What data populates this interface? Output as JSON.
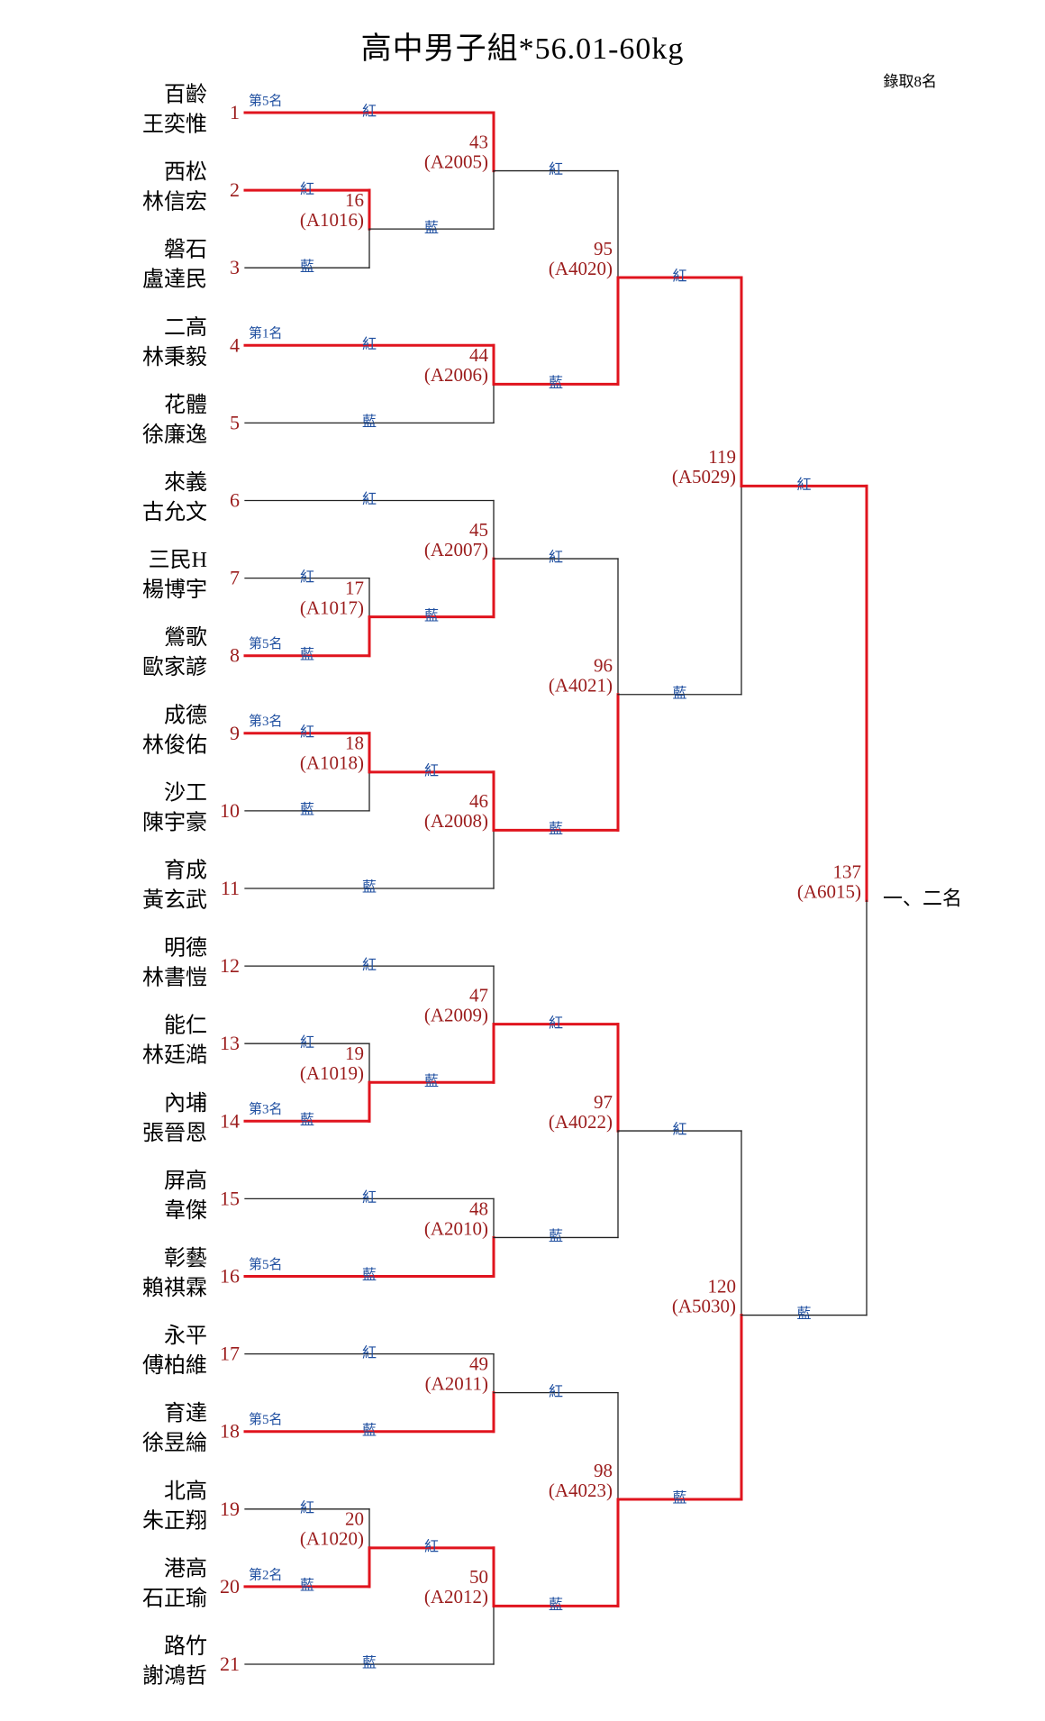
{
  "title": "高中男子組*56.01-60kg",
  "quota": "錄取8名",
  "red_label": "紅",
  "blue_label": "藍",
  "final_label": "一、二名",
  "colors": {
    "win": "#e0141e",
    "line": "#222222",
    "seed": "#9b1c1c",
    "corner": "#1f4fa0"
  },
  "athletes": [
    {
      "seed": "1",
      "school": "百齡",
      "name": "王奕惟",
      "rank": "第5名"
    },
    {
      "seed": "2",
      "school": "西松",
      "name": "林信宏",
      "rank": ""
    },
    {
      "seed": "3",
      "school": "磐石",
      "name": "盧達民",
      "rank": ""
    },
    {
      "seed": "4",
      "school": "二高",
      "name": "林秉毅",
      "rank": "第1名"
    },
    {
      "seed": "5",
      "school": "花體",
      "name": "徐廉逸",
      "rank": ""
    },
    {
      "seed": "6",
      "school": "來義",
      "name": "古允文",
      "rank": ""
    },
    {
      "seed": "7",
      "school": "三民H",
      "name": "楊博宇",
      "rank": ""
    },
    {
      "seed": "8",
      "school": "鶯歌",
      "name": "歐家諺",
      "rank": "第5名"
    },
    {
      "seed": "9",
      "school": "成德",
      "name": "林俊佑",
      "rank": "第3名"
    },
    {
      "seed": "10",
      "school": "沙工",
      "name": "陳宇豪",
      "rank": ""
    },
    {
      "seed": "11",
      "school": "育成",
      "name": "黃玄武",
      "rank": ""
    },
    {
      "seed": "12",
      "school": "明德",
      "name": "林書愷",
      "rank": ""
    },
    {
      "seed": "13",
      "school": "能仁",
      "name": "林廷澔",
      "rank": ""
    },
    {
      "seed": "14",
      "school": "內埔",
      "name": "張晉恩",
      "rank": "第3名"
    },
    {
      "seed": "15",
      "school": "屏高",
      "name": "韋傑",
      "rank": ""
    },
    {
      "seed": "16",
      "school": "彰藝",
      "name": "賴祺霖",
      "rank": "第5名"
    },
    {
      "seed": "17",
      "school": "永平",
      "name": "傅柏維",
      "rank": ""
    },
    {
      "seed": "18",
      "school": "育達",
      "name": "徐昱綸",
      "rank": "第5名"
    },
    {
      "seed": "19",
      "school": "北高",
      "name": "朱正翔",
      "rank": ""
    },
    {
      "seed": "20",
      "school": "港高",
      "name": "石正瑜",
      "rank": "第2名"
    },
    {
      "seed": "21",
      "school": "路竹",
      "name": "謝鴻哲",
      "rank": ""
    }
  ],
  "matches": [
    {
      "id": "16",
      "code": "(A1016)",
      "round": 1,
      "top": {
        "from": "a",
        "idx": 1
      },
      "bottom": {
        "from": "a",
        "idx": 2
      },
      "winner": "top"
    },
    {
      "id": "17",
      "code": "(A1017)",
      "round": 1,
      "top": {
        "from": "a",
        "idx": 6
      },
      "bottom": {
        "from": "a",
        "idx": 7
      },
      "winner": "bottom"
    },
    {
      "id": "18",
      "code": "(A1018)",
      "round": 1,
      "top": {
        "from": "a",
        "idx": 8
      },
      "bottom": {
        "from": "a",
        "idx": 9
      },
      "winner": "top"
    },
    {
      "id": "19",
      "code": "(A1019)",
      "round": 1,
      "top": {
        "from": "a",
        "idx": 12
      },
      "bottom": {
        "from": "a",
        "idx": 13
      },
      "winner": "bottom"
    },
    {
      "id": "20",
      "code": "(A1020)",
      "round": 1,
      "top": {
        "from": "a",
        "idx": 18
      },
      "bottom": {
        "from": "a",
        "idx": 19
      },
      "winner": "bottom"
    },
    {
      "id": "43",
      "code": "(A2005)",
      "round": 2,
      "top": {
        "from": "a",
        "idx": 0
      },
      "bottom": {
        "from": "m",
        "idx": 0
      },
      "winner": "top"
    },
    {
      "id": "44",
      "code": "(A2006)",
      "round": 2,
      "top": {
        "from": "a",
        "idx": 3
      },
      "bottom": {
        "from": "a",
        "idx": 4
      },
      "winner": "top"
    },
    {
      "id": "45",
      "code": "(A2007)",
      "round": 2,
      "top": {
        "from": "a",
        "idx": 5
      },
      "bottom": {
        "from": "m",
        "idx": 1
      },
      "winner": "bottom"
    },
    {
      "id": "46",
      "code": "(A2008)",
      "round": 2,
      "top": {
        "from": "m",
        "idx": 2
      },
      "bottom": {
        "from": "a",
        "idx": 10
      },
      "winner": "top"
    },
    {
      "id": "47",
      "code": "(A2009)",
      "round": 2,
      "top": {
        "from": "a",
        "idx": 11
      },
      "bottom": {
        "from": "m",
        "idx": 3
      },
      "winner": "bottom"
    },
    {
      "id": "48",
      "code": "(A2010)",
      "round": 2,
      "top": {
        "from": "a",
        "idx": 14
      },
      "bottom": {
        "from": "a",
        "idx": 15
      },
      "winner": "bottom"
    },
    {
      "id": "49",
      "code": "(A2011)",
      "round": 2,
      "top": {
        "from": "a",
        "idx": 16
      },
      "bottom": {
        "from": "a",
        "idx": 17
      },
      "winner": "bottom"
    },
    {
      "id": "50",
      "code": "(A2012)",
      "round": 2,
      "top": {
        "from": "m",
        "idx": 4
      },
      "bottom": {
        "from": "a",
        "idx": 20
      },
      "winner": "top"
    },
    {
      "id": "95",
      "code": "(A4020)",
      "round": 3,
      "top": {
        "from": "m",
        "idx": 5
      },
      "bottom": {
        "from": "m",
        "idx": 6
      },
      "winner": "bottom"
    },
    {
      "id": "96",
      "code": "(A4021)",
      "round": 3,
      "top": {
        "from": "m",
        "idx": 7
      },
      "bottom": {
        "from": "m",
        "idx": 8
      },
      "winner": "bottom"
    },
    {
      "id": "97",
      "code": "(A4022)",
      "round": 3,
      "top": {
        "from": "m",
        "idx": 9
      },
      "bottom": {
        "from": "m",
        "idx": 10
      },
      "winner": "top"
    },
    {
      "id": "98",
      "code": "(A4023)",
      "round": 3,
      "top": {
        "from": "m",
        "idx": 11
      },
      "bottom": {
        "from": "m",
        "idx": 12
      },
      "winner": "bottom"
    },
    {
      "id": "119",
      "code": "(A5029)",
      "round": 4,
      "top": {
        "from": "m",
        "idx": 13
      },
      "bottom": {
        "from": "m",
        "idx": 14
      },
      "winner": "top"
    },
    {
      "id": "120",
      "code": "(A5030)",
      "round": 4,
      "top": {
        "from": "m",
        "idx": 15
      },
      "bottom": {
        "from": "m",
        "idx": 16
      },
      "winner": "bottom"
    },
    {
      "id": "137",
      "code": "(A6015)",
      "round": 5,
      "top": {
        "from": "m",
        "idx": 17
      },
      "bottom": {
        "from": "m",
        "idx": 18
      },
      "winner": "top"
    }
  ]
}
